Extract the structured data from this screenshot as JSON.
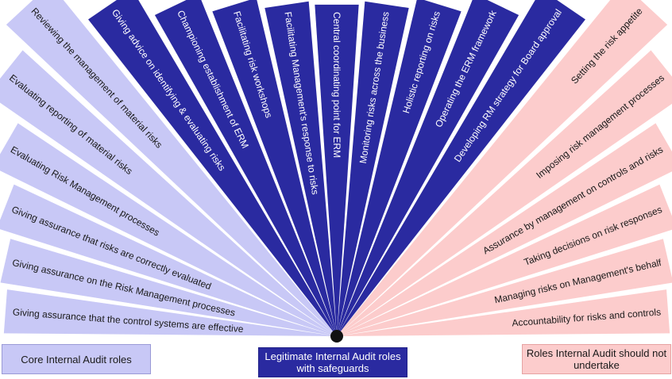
{
  "colors": {
    "core": "#c8c8f6",
    "legitimate": "#2a2aa0",
    "not_undertake": "#fccccc",
    "hub": "#111111",
    "text_dark": "#1a1a1a",
    "text_light": "#ffffff"
  },
  "wedges": [
    {
      "category": "core",
      "label": "Giving assurance that the control systems are effective"
    },
    {
      "category": "core",
      "label": "Giving assurance on the Risk Management processes"
    },
    {
      "category": "core",
      "label": "Giving assurance that risks are correctly evaluated"
    },
    {
      "category": "core",
      "label": "Evaluating Risk Management processes"
    },
    {
      "category": "core",
      "label": "Evaluating reporting of material risks"
    },
    {
      "category": "core",
      "label": "Reviewing the management of material   risks"
    },
    {
      "category": "legitimate",
      "label": "Giving advice on identifying & evaluating risks"
    },
    {
      "category": "legitimate",
      "label": "Championing establishment of ERM"
    },
    {
      "category": "legitimate",
      "label": "Facilitating risk workshops"
    },
    {
      "category": "legitimate",
      "label": "Facilitating Management's response to risks"
    },
    {
      "category": "legitimate",
      "label": "Central coordinating point for ERM"
    },
    {
      "category": "legitimate",
      "label": "Monitoring risks across the business"
    },
    {
      "category": "legitimate",
      "label": "Holistic reporting on risks"
    },
    {
      "category": "legitimate",
      "label": "Operating the ERM framework"
    },
    {
      "category": "legitimate",
      "label": "Developing RM strategy for Board approval"
    },
    {
      "category": "not_undertake",
      "label": "Setting the risk appetite"
    },
    {
      "category": "not_undertake",
      "label": "Imposing risk management processes"
    },
    {
      "category": "not_undertake",
      "label": "Assurance by management on controls and  risks"
    },
    {
      "category": "not_undertake",
      "label": "Taking decisions on risk responses"
    },
    {
      "category": "not_undertake",
      "label": "Managing risks on Management's behalf"
    },
    {
      "category": "not_undertake",
      "label": "Accountability for risks and controls"
    }
  ],
  "legend": {
    "core": "Core Internal Audit roles",
    "legitimate": "Legitimate Internal Audit roles with safeguards",
    "not_undertake": "Roles Internal Audit should not undertake"
  }
}
